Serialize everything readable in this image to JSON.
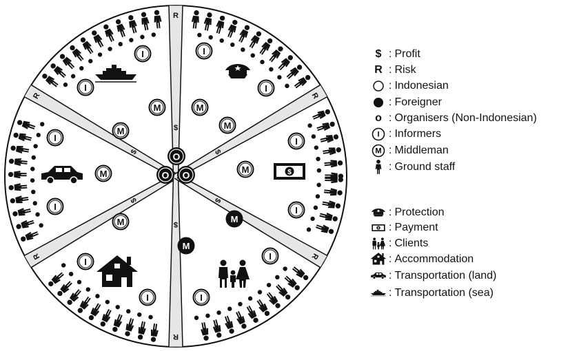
{
  "wheel": {
    "organiser_letter": "O",
    "middleman_letter": "M",
    "informer_letter": "I",
    "profit_symbol": "$",
    "risk_symbol": "R"
  },
  "legend": {
    "separator": ":",
    "items": [
      {
        "symbol": "$",
        "label": "Profit"
      },
      {
        "symbol": "R",
        "label": "Risk"
      },
      {
        "symbol": "open-circle-icon",
        "label": "Indonesian"
      },
      {
        "symbol": "filled-circle-icon",
        "label": "Foreigner"
      },
      {
        "symbol": "o",
        "label": "Organisers (Non-Indonesian)"
      },
      {
        "symbol": "I",
        "label": "Informers"
      },
      {
        "symbol": "M",
        "label": "Middleman"
      },
      {
        "symbol": "person-icon",
        "label": "Ground staff"
      },
      {
        "symbol": "police-cap-icon",
        "label": "Protection"
      },
      {
        "symbol": "banknote-icon",
        "label": "Payment"
      },
      {
        "symbol": "family-icon",
        "label": "Clients"
      },
      {
        "symbol": "house-icon",
        "label": "Accommodation"
      },
      {
        "symbol": "car-icon",
        "label": "Transportation (land)"
      },
      {
        "symbol": "ship-icon",
        "label": "Transportation (sea)"
      }
    ]
  }
}
